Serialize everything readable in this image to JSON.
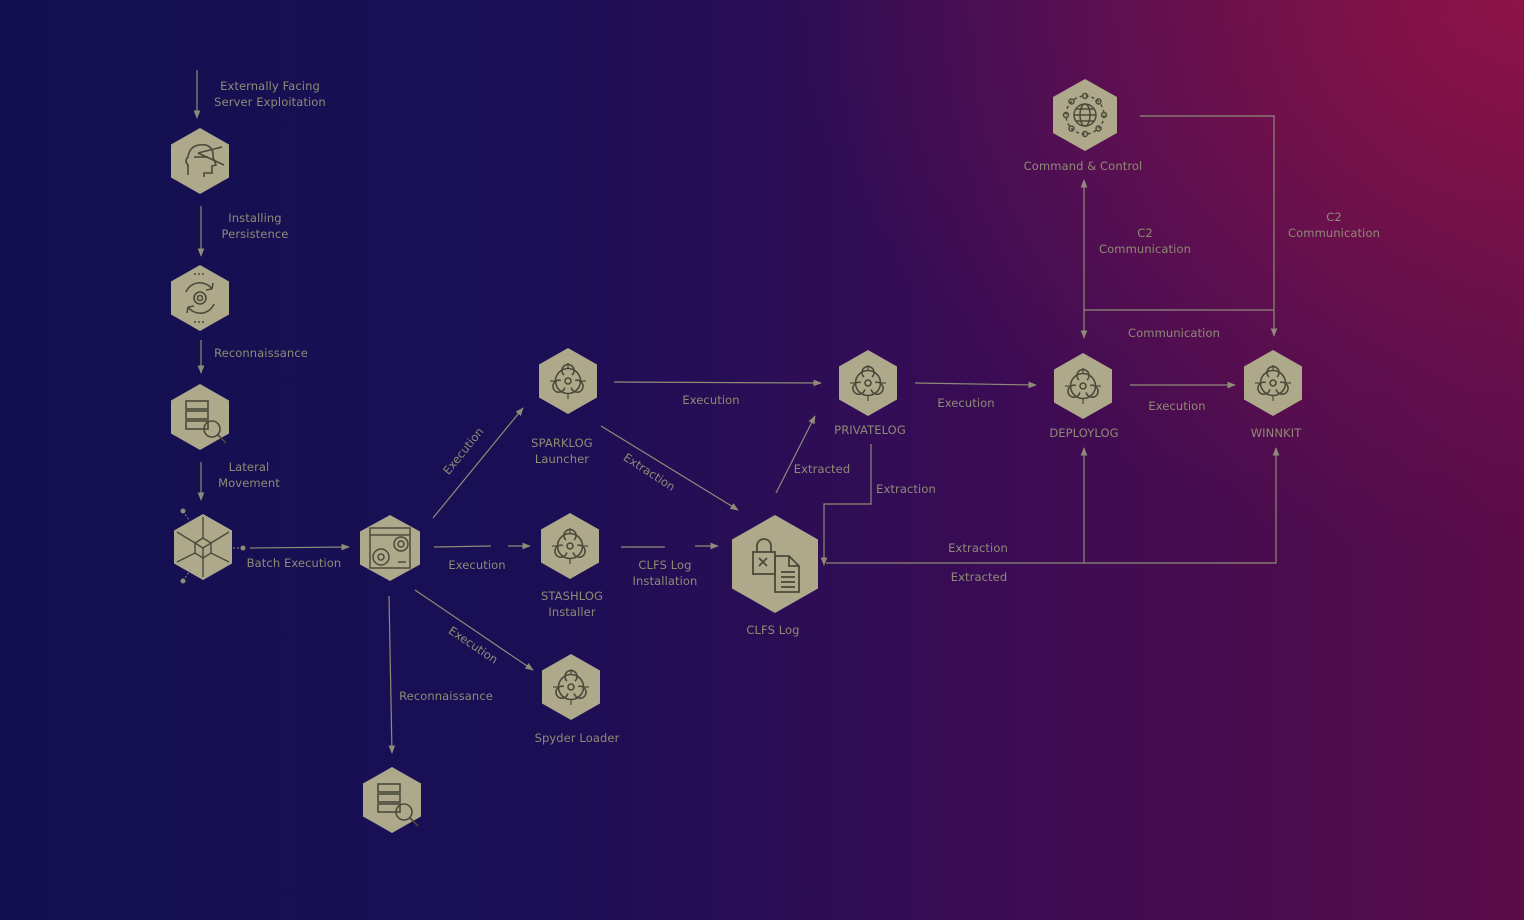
{
  "colors": {
    "node_fill": "#aea98b",
    "icon_stroke": "#4a4a3a",
    "line": "#8f8b78",
    "text": "#8f8b74"
  },
  "nodes": {
    "server_exploit": {
      "icon": "head-scan-icon"
    },
    "persistence": {
      "icon": "gear-refresh-icon"
    },
    "recon_server": {
      "icon": "server-search-icon"
    },
    "lateral": {
      "icon": "cube-network-icon"
    },
    "batch": {
      "icon": "window-gears-icon"
    },
    "recon_server_2": {
      "icon": "server-search-icon"
    },
    "sparklog": {
      "label": "SPARKLOG\nLauncher",
      "icon": "biohazard-icon"
    },
    "stashlog": {
      "label": "STASHLOG\nInstaller",
      "icon": "biohazard-icon"
    },
    "spyder": {
      "label": "Spyder Loader",
      "icon": "biohazard-icon"
    },
    "clfs": {
      "label": "CLFS Log",
      "icon": "lock-document-icon"
    },
    "privatelog": {
      "label": "PRIVATELOG",
      "icon": "biohazard-icon"
    },
    "deploylog": {
      "label": "DEPLOYLOG",
      "icon": "biohazard-icon"
    },
    "winnkit": {
      "label": "WINNKIT",
      "icon": "biohazard-icon"
    },
    "c2": {
      "label": "Command & Control",
      "icon": "globe-network-icon"
    }
  },
  "edge_labels": {
    "external": "Externally Facing\nServer Exploitation",
    "installing": "Installing\nPersistence",
    "recon_1": "Reconnaissance",
    "lateral": "Lateral\nMovement",
    "batch": "Batch Execution",
    "exec_stash": "Execution",
    "clfs_install": "CLFS Log\nInstallation",
    "exec_spark": "Execution",
    "exec_spyder": "Execution",
    "extraction_spark": "Extraction",
    "exec_spark_private": "Execution",
    "recon_2": "Reconnaissance",
    "extracted_private": "Extracted",
    "extraction_private": "Extraction",
    "exec_private_deploy": "Execution",
    "exec_deploy_winn": "Execution",
    "extraction_bottom": "Extraction",
    "extracted_bottom": "Extracted",
    "c2_comm_1": "C2\nCommunication",
    "c2_comm_2": "C2\nCommunication",
    "communication": "Communication"
  }
}
